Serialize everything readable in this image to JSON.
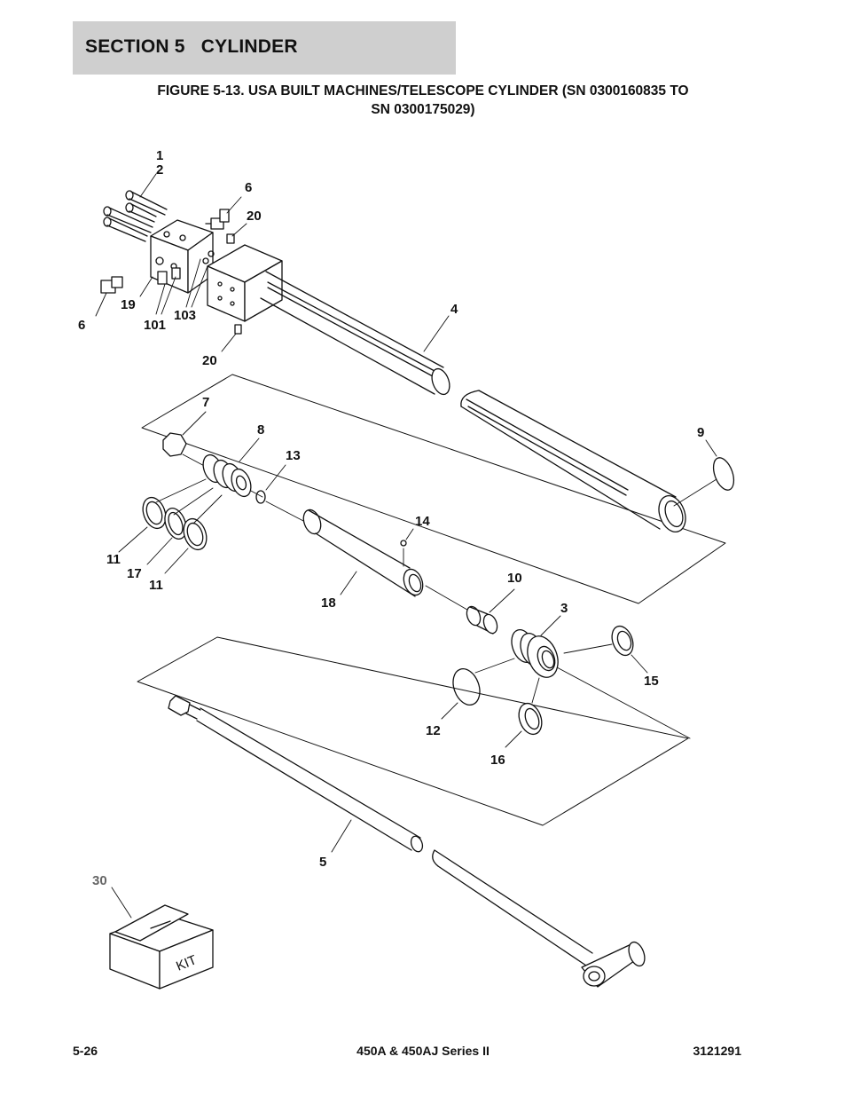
{
  "header": {
    "section": "SECTION 5   CYLINDER",
    "figure_line1": "FIGURE 5-13. USA BUILT MACHINES/TELESCOPE CYLINDER (SN 0300160835 TO",
    "figure_line2": "SN 0300175029)"
  },
  "callouts": {
    "c1": "1",
    "c2": "2",
    "c6a": "6",
    "c20a": "20",
    "c19": "19",
    "c6b": "6",
    "c101": "101",
    "c103": "103",
    "c20b": "20",
    "c4": "4",
    "c7": "7",
    "c8": "8",
    "c13": "13",
    "c9": "9",
    "c14": "14",
    "c11a": "11",
    "c17": "17",
    "c11b": "11",
    "c18": "18",
    "c10": "10",
    "c3": "3",
    "c15": "15",
    "c12": "12",
    "c16": "16",
    "c5": "5",
    "c30": "30"
  },
  "kit_box_label": "KIT",
  "footer": {
    "page": "5-26",
    "model": "450A & 450AJ Series II",
    "doc_number": "3121291"
  }
}
